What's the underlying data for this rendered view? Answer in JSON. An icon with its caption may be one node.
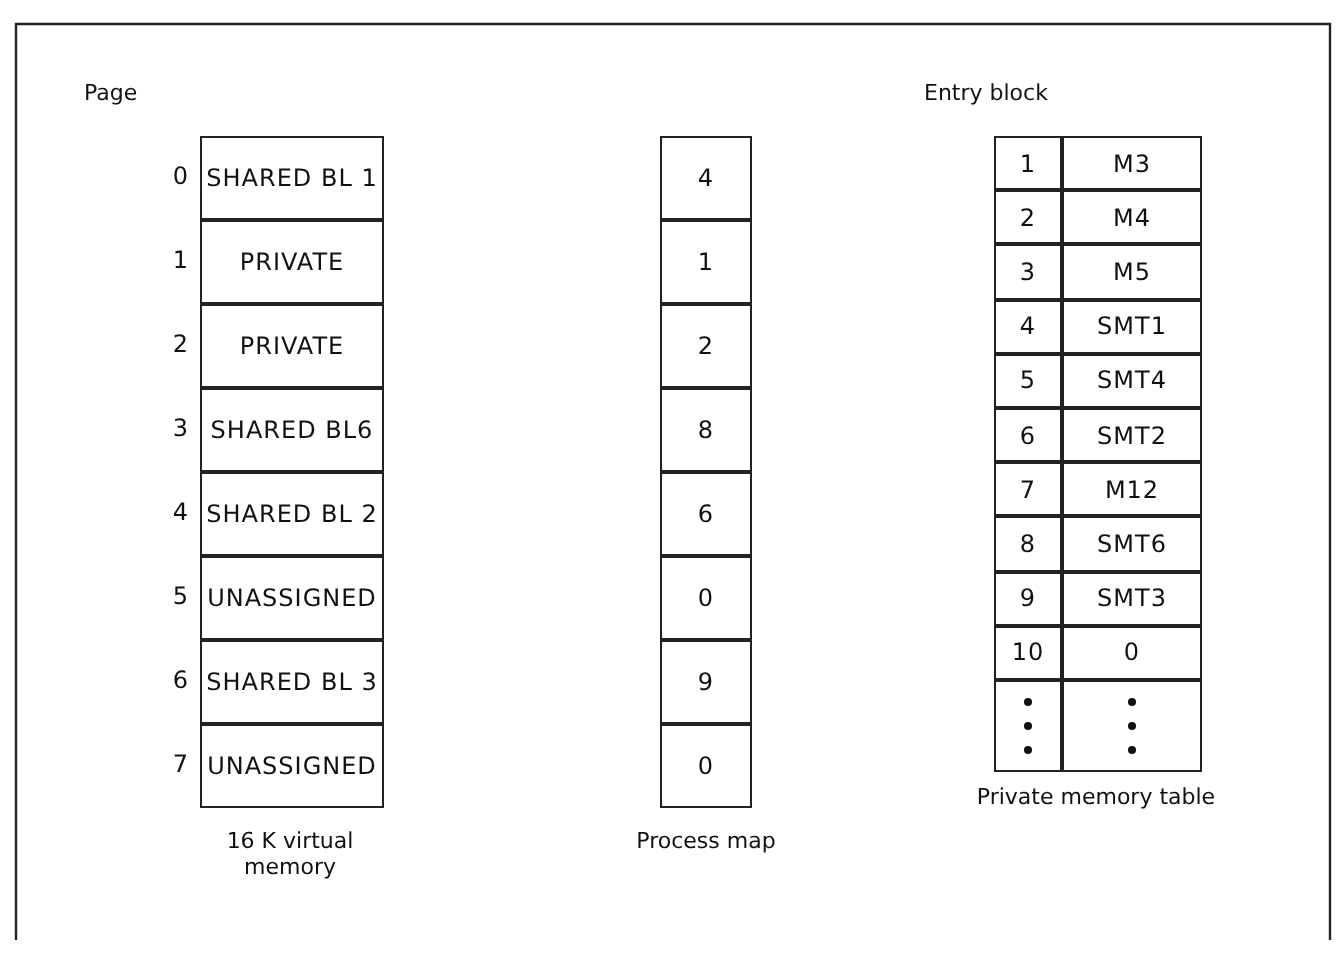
{
  "diagram": {
    "nodes": [
      {
        "text": [
          "SHARED BL 1"
        ],
        "beside": [
          "0"
        ]
      },
      {
        "text": [
          "PRIVATE"
        ],
        "beside": [
          "1"
        ]
      },
      {
        "text": [
          "PRIVATE"
        ],
        "beside": [
          "2"
        ]
      },
      {
        "text": [
          "SHARED BL6"
        ],
        "beside": [
          "3"
        ]
      },
      {
        "text": [
          "SHARED BL 2"
        ],
        "beside": [
          "4"
        ]
      },
      {
        "text": [
          "UNASSIGNED"
        ],
        "beside": [
          "5"
        ]
      },
      {
        "text": [
          "SHARED BL 3"
        ],
        "beside": [
          "6"
        ]
      },
      {
        "text": [
          "UNASSIGNED"
        ],
        "beside": [
          "7"
        ]
      },
      {
        "text": [
          "4"
        ]
      },
      {
        "text": [
          "1"
        ]
      },
      {
        "text": [
          "2"
        ]
      },
      {
        "text": [
          "8"
        ]
      },
      {
        "text": [
          "6"
        ]
      },
      {
        "text": [
          "0"
        ]
      },
      {
        "text": [
          "9"
        ]
      },
      {
        "text": [
          "0"
        ]
      },
      {
        "text": [
          "1"
        ]
      },
      {
        "text": [
          "M3"
        ]
      },
      {
        "text": [
          "2"
        ]
      },
      {
        "text": [
          "M4"
        ]
      },
      {
        "text": [
          "3"
        ]
      },
      {
        "text": [
          "M5"
        ]
      },
      {
        "text": [
          "4"
        ]
      },
      {
        "text": [
          "SMT1"
        ]
      },
      {
        "text": [
          "5"
        ]
      },
      {
        "text": [
          "SMT4"
        ]
      },
      {
        "text": [
          "6"
        ]
      },
      {
        "text": [
          "SMT2"
        ]
      },
      {
        "text": [
          "7"
        ]
      },
      {
        "text": [
          "M12"
        ]
      },
      {
        "text": [
          "8"
        ]
      },
      {
        "text": [
          "SMT6"
        ]
      },
      {
        "text": [
          "9"
        ]
      },
      {
        "text": [
          "SMT3"
        ]
      },
      {
        "text": [
          "10"
        ]
      },
      {
        "text": [
          "0"
        ]
      },
      {
        "text": [],
        "shape": "box"
      },
      {
        "text": [],
        "shape": "box"
      }
    ],
    "edges": [],
    "labels": [
      "Page",
      "Entry block",
      "16 K virtual memory",
      "Process map",
      "Private memory table"
    ]
  }
}
